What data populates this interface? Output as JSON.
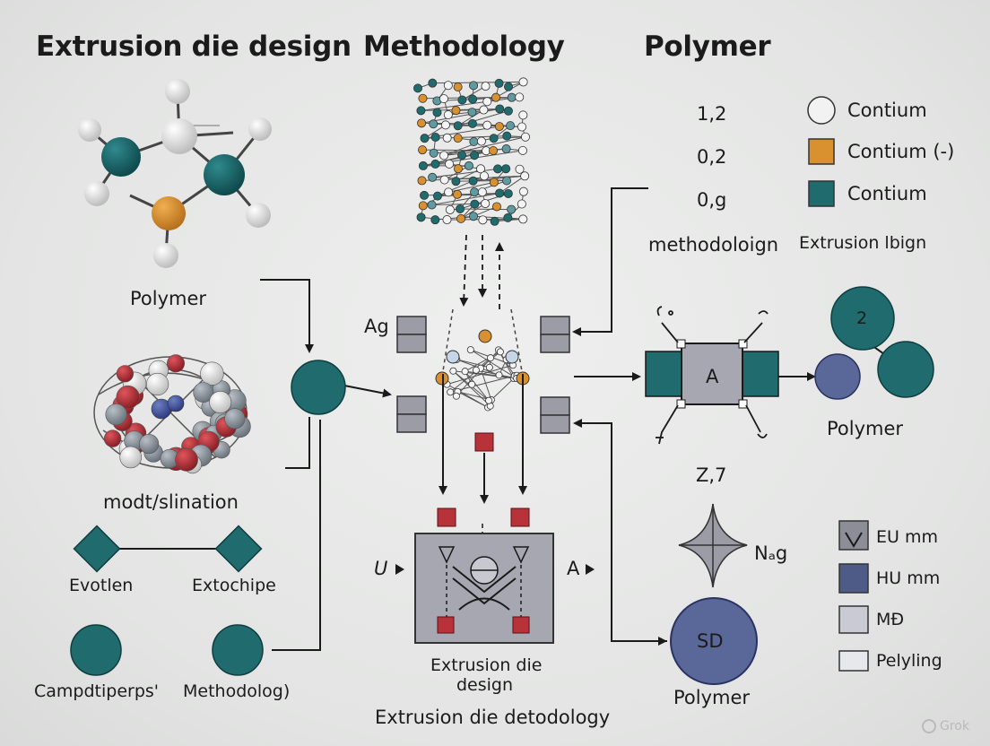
{
  "headings": {
    "left": "Extrusion die design",
    "center": "Methodology",
    "right": "Polymer"
  },
  "left_panel": {
    "polymer_label": "Polymer",
    "simulation_label": "modt/slination",
    "node_left": "Evotlen",
    "node_right": "Extochipe",
    "circle_left": "Campdtiperps'",
    "circle_right": "Methodolog)"
  },
  "center_panel": {
    "ag_label": "Ag",
    "u_label": "U",
    "a_label": "A",
    "die_label_line1": "Extrusion die",
    "die_label_line2": "design",
    "bottom_caption": "Extrusion die detodology"
  },
  "legend": {
    "values": [
      "1,2",
      "0,2",
      "0,g"
    ],
    "items": [
      {
        "label": "Contium",
        "color": "#f2f2f2"
      },
      {
        "label": "Contium (-)",
        "color": "#d9902f"
      },
      {
        "label": "Contium",
        "color": "#1f6b6e"
      }
    ],
    "methodology_text": "methodoloign",
    "extrusion_text": "Extrusion lbign"
  },
  "right_panel": {
    "box_label": "A",
    "node_number": "2",
    "polymer_label_top": "Polymer",
    "z_label": "Z,7",
    "n_label": "Nₐg",
    "sd_label": "SD",
    "polymer_label_bottom": "Polymer"
  },
  "bottom_legend": [
    {
      "label": "EU mm",
      "color": "#8c8d96"
    },
    {
      "label": "HU mm",
      "color": "#4e5b87"
    },
    {
      "label": "MĐ",
      "color": "#c9cad3"
    },
    {
      "label": "Pelyling",
      "color": "#e7e8ec"
    }
  ],
  "watermark": "Grok",
  "colors": {
    "teal": "#1f6b6e",
    "orange": "#d9902f",
    "red": "#b8323a",
    "slate": "#8e8f99",
    "navy": "#5a6799",
    "line": "#1a1a1a"
  }
}
